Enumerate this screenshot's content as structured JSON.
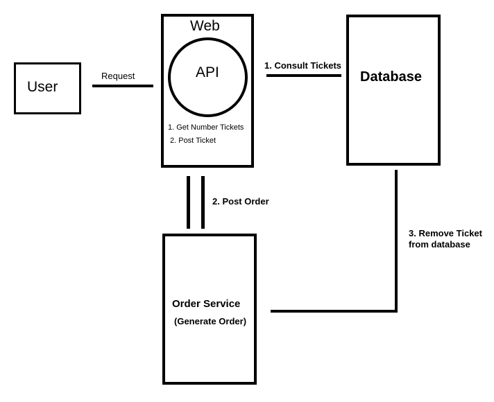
{
  "nodes": {
    "user": "User",
    "web": "Web",
    "api": "API",
    "database": "Database",
    "order_service": "Order Service",
    "order_service_sub": "(Generate Order)"
  },
  "api_actions": [
    "1. Get Number Tickets",
    "2. Post Ticket"
  ],
  "edges": {
    "request": "Request",
    "consult": "1. Consult Tickets",
    "post_order": "2. Post Order",
    "remove_line1": "3. Remove Ticket",
    "remove_line2": "from database"
  }
}
